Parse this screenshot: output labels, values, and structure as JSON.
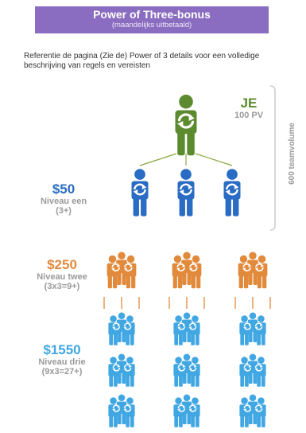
{
  "banner": {
    "title": "Power of Three-bonus",
    "subtitle": "(maandelijks uitbetaald)"
  },
  "intro": "Referentie de pagina (Zie de) Power of 3 details voor een volledige beschrijving van regels en vereisten",
  "you": {
    "label": "JE",
    "pv": "100 PV"
  },
  "team_volume": "600 teamvolume",
  "levels": [
    {
      "amount": "$50",
      "name": "Niveau een",
      "formula": "(3+)",
      "color": "#2a6cc4"
    },
    {
      "amount": "$250",
      "name": "Niveau twee",
      "formula": "(3x3=9+)",
      "color": "#e28a3c"
    },
    {
      "amount": "$1550",
      "name": "Niveau drie",
      "formula": "(9x3=27+)",
      "color": "#41a7e3"
    }
  ],
  "colors": {
    "banner": "#8a6cc0",
    "you": "#5c8a2e",
    "level1": "#2a6cc4",
    "level2": "#e28a3c",
    "level3": "#41a7e3",
    "connector": "#8aa83c",
    "bracket": "#cccccc"
  },
  "icons": {
    "person": "person-icon",
    "refresh": "refresh-arrows-icon"
  }
}
